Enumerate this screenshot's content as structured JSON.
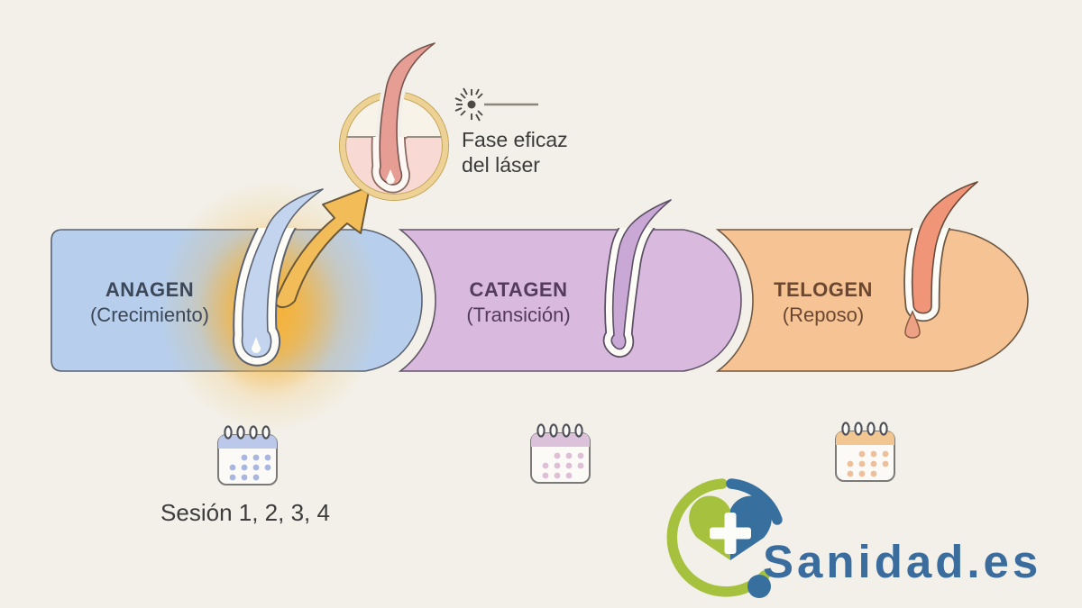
{
  "background_color": "#f2f0e9",
  "laser_note": {
    "line1": "Fase eficaz",
    "line2": "del láser"
  },
  "phases": [
    {
      "name": "ANAGEN",
      "subtitle": "(Crecimiento)",
      "fill": "#b7cfed",
      "text_color": "#3c4757"
    },
    {
      "name": "CATAGEN",
      "subtitle": "(Transición)",
      "fill": "#d9bade",
      "text_color": "#533a5e"
    },
    {
      "name": "TELOGEN",
      "subtitle": "(Reposo)",
      "fill": "#f6c494",
      "text_color": "#6b4732"
    }
  ],
  "session_caption": "Sesión 1, 2, 3, 4",
  "calendars": [
    {
      "header": "#bcc8ea",
      "dots": "#a9b6e2"
    },
    {
      "header": "#dbc2da",
      "dots": "#debfd6"
    },
    {
      "header": "#f2c690",
      "dots": "#edbf9b"
    }
  ],
  "logo": {
    "wordmark": "Sanidad.es",
    "green": "#a5c13e",
    "blue": "#376f9e",
    "text_color": "#3a6d9d"
  },
  "accents": {
    "glow": "#f6b236",
    "arrow": "#f2bd59",
    "magnifier_ring": "#eed194",
    "magnifier_skin": "#f9d9d4"
  },
  "icons": {
    "laser": "laser-burst-icon",
    "calendar": "calendar-icon",
    "logo_mark": "heart-cross-logo-icon"
  }
}
